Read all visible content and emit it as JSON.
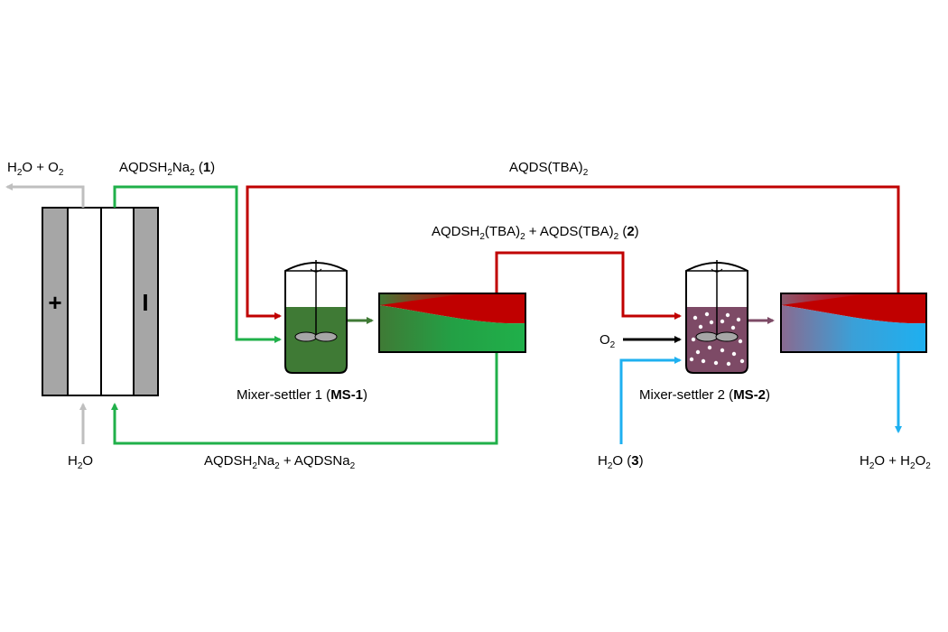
{
  "labels": {
    "cell_out": {
      "a": "H",
      "a_sub": "2",
      "b": "O + O",
      "b_sub": "2"
    },
    "cell_in": {
      "a": "H",
      "a_sub": "2",
      "b": "O"
    },
    "feed1": {
      "a": "AQDSH",
      "a_sub": "2",
      "b": "Na",
      "b_sub": "2",
      "c": " (",
      "c_bold": "1",
      "d": ")"
    },
    "top_return": {
      "a": "AQDS(TBA)",
      "a_sub": "2"
    },
    "mid_stream": {
      "a": "AQDSH",
      "a_sub": "2",
      "b": "(TBA)",
      "b_sub": "2",
      "c": " + AQDS(TBA)",
      "c_sub": "2",
      "d": " (",
      "d_bold": "2",
      "e": ")"
    },
    "bottom_return": {
      "a": "AQDSH",
      "a_sub": "2",
      "b": "Na",
      "b_sub": "2",
      "c": " + AQDSNa",
      "c_sub": "2"
    },
    "o2_in": {
      "a": "O",
      "a_sub": "2"
    },
    "water_in": {
      "a": "H",
      "a_sub": "2",
      "b": "O (",
      "b_bold": "3",
      "c": ")"
    },
    "product": {
      "a": "H",
      "a_sub": "2",
      "b": "O + H",
      "b_sub": "2",
      "c": "O",
      "c_sub": "2"
    },
    "ms1": {
      "a": "Mixer-settler 1 (",
      "bold": "MS-1",
      "b": ")"
    },
    "ms2": {
      "a": "Mixer-settler 2 (",
      "bold": "MS-2",
      "b": ")"
    },
    "cell_plus": "+",
    "cell_minus": "I"
  },
  "colors": {
    "red": "#c00000",
    "green": "#20b04a",
    "dark_green": "#3f7a35",
    "blue": "#1eb0f0",
    "purple": "#7d4a66",
    "grey": "#bfbfbf",
    "electrode": "#a6a6a6"
  },
  "icons": [
    "agitator-icon",
    "rotation-arrow-icon",
    "bubble-icon"
  ]
}
